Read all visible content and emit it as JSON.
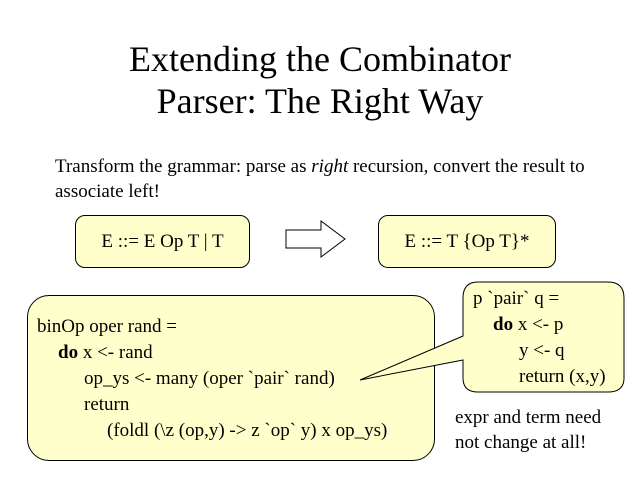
{
  "title": {
    "line1": "Extending the Combinator",
    "line2": "Parser: The Right Way"
  },
  "intro": {
    "before": "Transform the grammar: parse as ",
    "emphasis": "right",
    "after": " recursion, convert the result to associate left!"
  },
  "grammar": {
    "left": "E ::= E Op T | T",
    "right": "E ::= T {Op T}*"
  },
  "binop": {
    "line1": "binOp oper rand =",
    "kw_do": "do",
    "line2_rest": " x <- rand",
    "line3": "op_ys <- many (oper `pair` rand)",
    "line4": "return",
    "line5": "(foldl (\\z (op,y) -> z `op` y) x op_ys)"
  },
  "pair": {
    "line1": "p `pair` q =",
    "kw_do": "do",
    "line2_rest": " x <- p",
    "line3": "y <- q",
    "line4": "return (x,y)"
  },
  "note": {
    "line1": "expr and term need",
    "line2": "not change at all!"
  },
  "colors": {
    "box_fill": "#ffffcc",
    "border": "#000000"
  }
}
